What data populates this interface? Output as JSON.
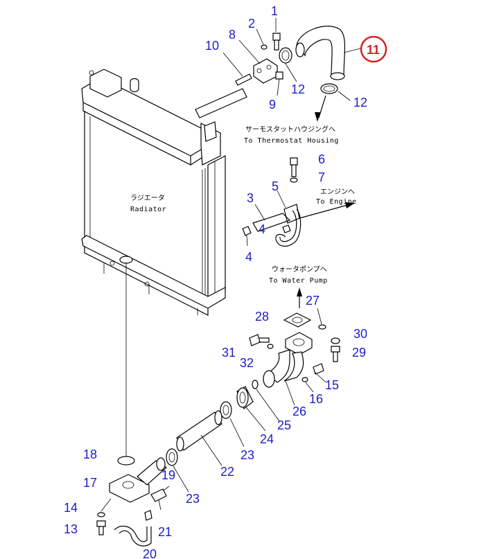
{
  "labels": {
    "radiator_jp": "ラジエータ",
    "radiator_en": "Radiator",
    "thermostat_jp": "サーモスタットハウジングへ",
    "thermostat_en": "To Thermostat Housing",
    "engine_jp": "エンジンへ",
    "engine_en": "To Engine",
    "pump_jp": "ウォータポンプへ",
    "pump_en": "To Water Pump"
  },
  "callouts": {
    "c1": "1",
    "c2": "2",
    "c3": "3",
    "c4a": "4",
    "c4b": "4",
    "c5": "5",
    "c6": "6",
    "c7": "7",
    "c8": "8",
    "c9": "9",
    "c10": "10",
    "c11": "11",
    "c12a": "12",
    "c12b": "12",
    "c13": "13",
    "c14": "14",
    "c15": "15",
    "c16": "16",
    "c17": "17",
    "c18": "18",
    "c19": "19",
    "c20": "20",
    "c21": "21",
    "c22": "22",
    "c23a": "23",
    "c23b": "23",
    "c24": "24",
    "c25": "25",
    "c26": "26",
    "c27": "27",
    "c28": "28",
    "c29": "29",
    "c30": "30",
    "c31": "31",
    "c32": "32"
  },
  "highlight": {
    "part": "11",
    "color": "#d42020"
  },
  "colors": {
    "callout": "#1c1cc8",
    "line": "#000000"
  }
}
